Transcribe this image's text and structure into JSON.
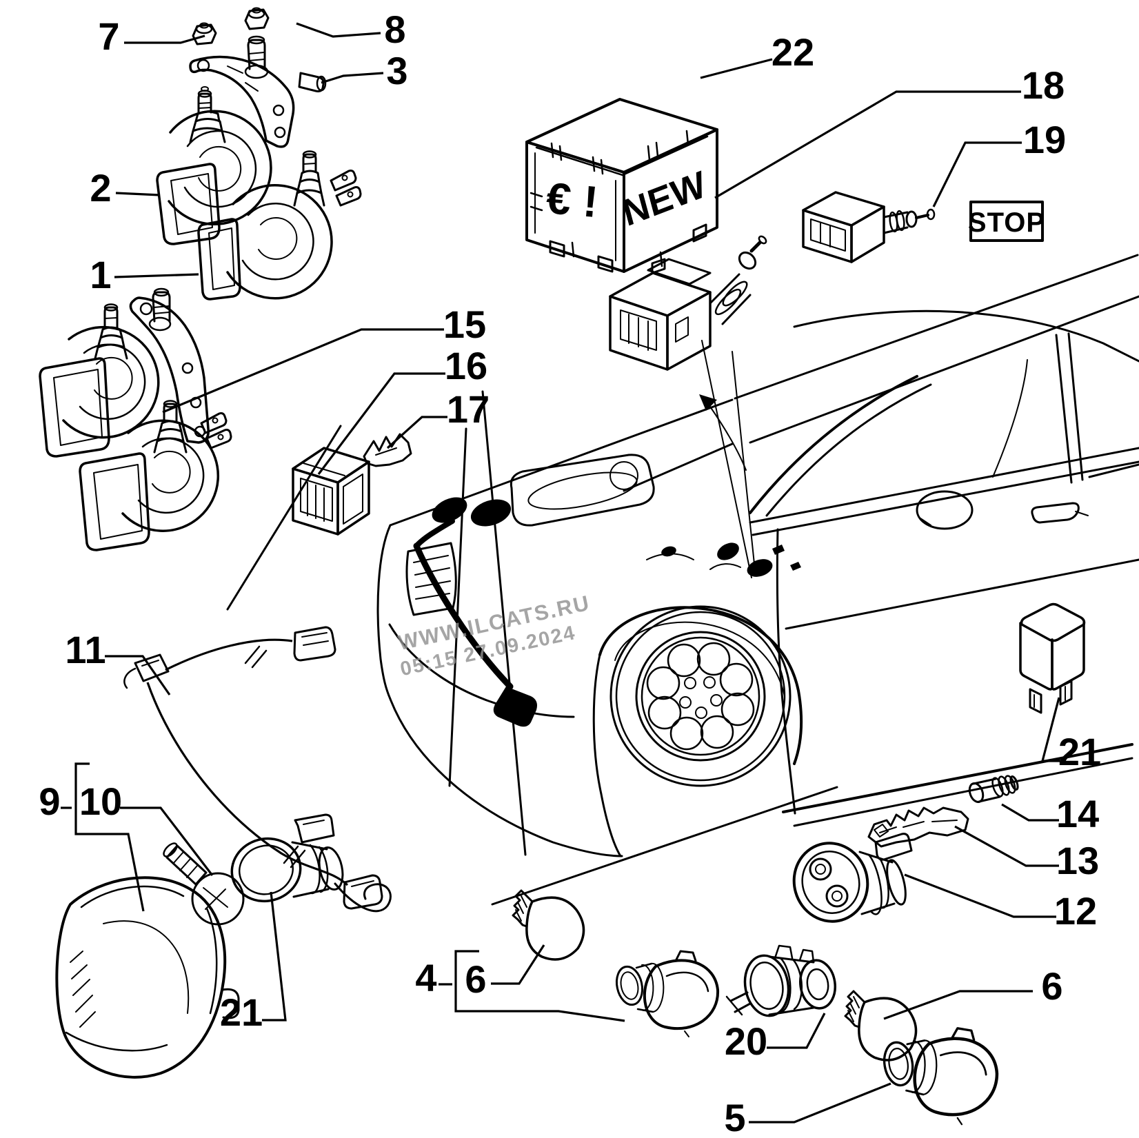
{
  "watermark": {
    "line1": "WWW.ILCATS.RU",
    "line2": "05:15 27.09.2024"
  },
  "boxes": {
    "stop_label": "STOP",
    "new_label": "NEW",
    "euro_label": "€ !"
  },
  "colors": {
    "line": "#000000",
    "background": "#ffffff",
    "watermark": "#8f8f8f"
  },
  "callouts": {
    "horn_low_tone": "1",
    "horn_high_tone": "2",
    "bracket_bolt": "3",
    "front_marker_lamp_group": "4",
    "side_repeater_lamp": "5",
    "wedge_bulb_front": "6",
    "wedge_bulb_side": "6",
    "nut_left": "7",
    "nut_right": "8",
    "fog_lamp_group": "9",
    "fog_lamp_bulb": "10",
    "fog_lamp_harness": "11",
    "two_way_connector": "12",
    "flat_terminal": "13",
    "bullet_terminal": "14",
    "horn_pair_assembly": "15",
    "horn_connector": "16",
    "horn_terminal": "17",
    "brake_light_switch": "18",
    "stop_light_switch": "19",
    "bulb_socket_rear": "20",
    "fog_lamp_socket": "21",
    "relay": "21",
    "new_parts_box": "22"
  }
}
